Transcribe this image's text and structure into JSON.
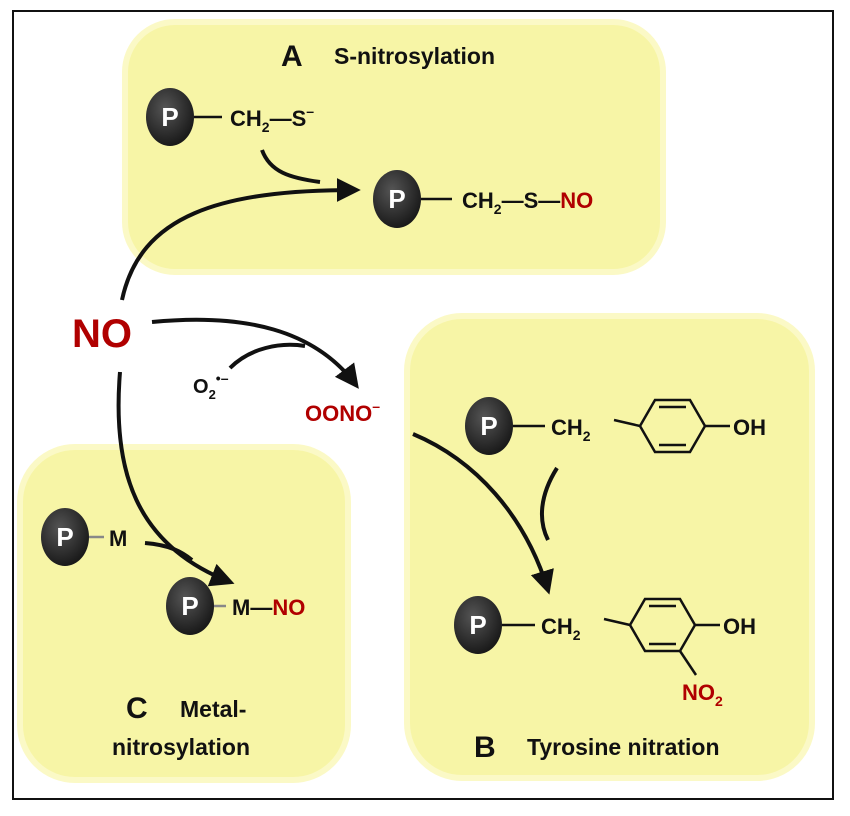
{
  "colors": {
    "panel": "#f7f5a6",
    "panel_glow": "#fbf9c6",
    "accent_red": "#b00000",
    "protein": "#2a2a2a",
    "line": "#111111"
  },
  "protein_label": "P",
  "panel_a": {
    "letter": "A",
    "title": "S-nitrosylation",
    "reactant": {
      "ch": "CH",
      "sub": "2",
      "tail": "—S",
      "sup": "–"
    },
    "product": {
      "ch": "CH",
      "sub": "2",
      "mid": "—S—",
      "no": "NO"
    }
  },
  "center": {
    "no": "NO",
    "superoxide": {
      "o": "O",
      "sub": "2",
      "sup": "•–"
    },
    "peroxynitrite": {
      "main": "OONO",
      "sup": "–"
    }
  },
  "panel_b": {
    "letter": "B",
    "title": "Tyrosine nitration",
    "reactant": {
      "ch": "CH",
      "sub": "2",
      "oh": "OH"
    },
    "product": {
      "ch": "CH",
      "sub": "2",
      "oh": "OH",
      "no2": "NO",
      "no2_sub": "2"
    }
  },
  "panel_c": {
    "letter": "C",
    "title_line1": "Metal-",
    "title_line2": "nitrosylation",
    "reactant": {
      "m": "M"
    },
    "product": {
      "m": "M—",
      "no": "NO"
    }
  }
}
